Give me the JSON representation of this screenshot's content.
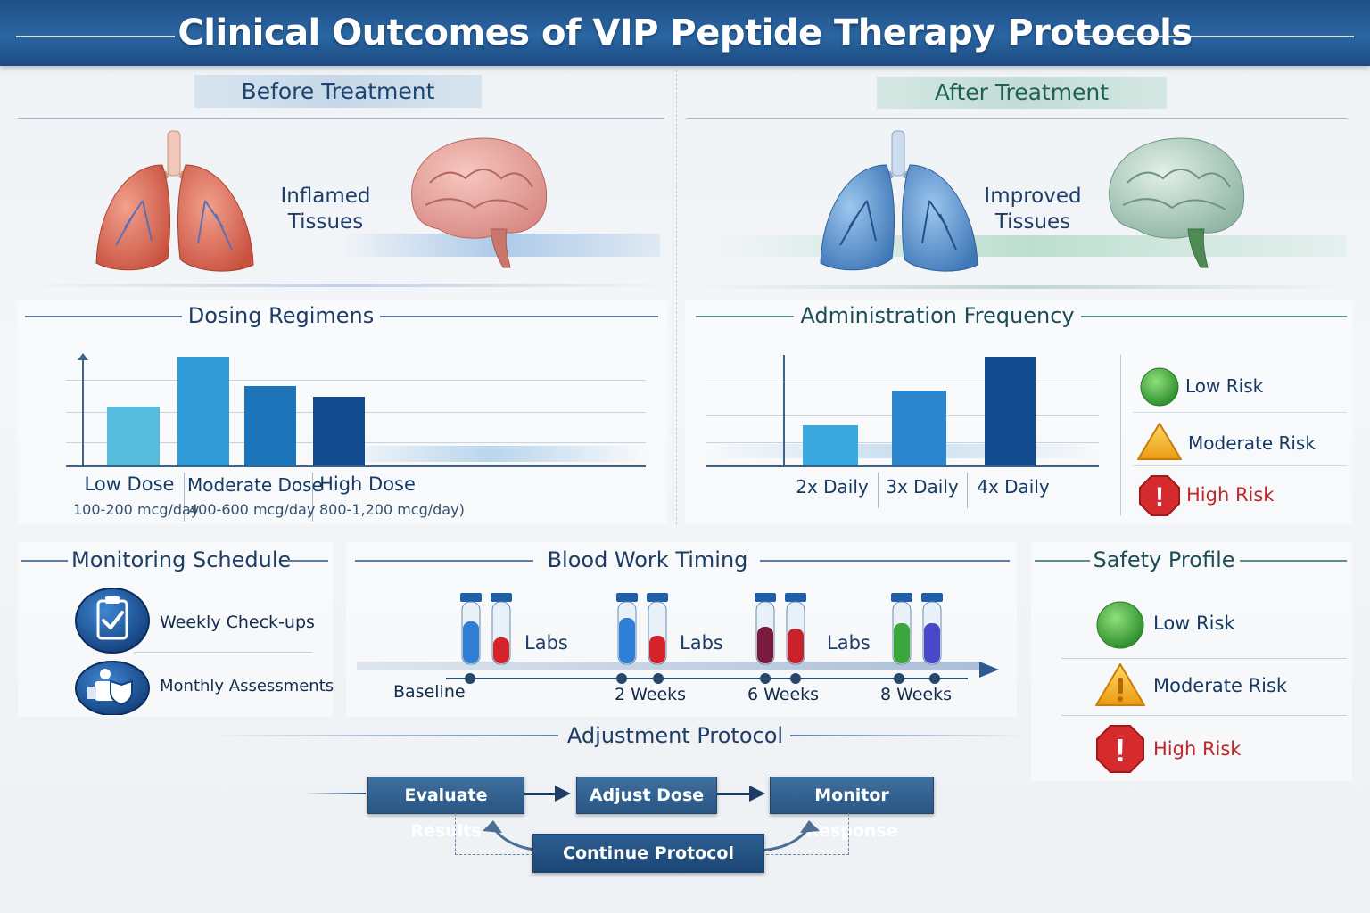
{
  "title": "Clinical Outcomes of VIP Peptide Therapy Protocols",
  "before": {
    "label": "Before Treatment",
    "tissue_line1": "Inflamed",
    "tissue_line2": "Tissues"
  },
  "after": {
    "label": "After Treatment",
    "tissue_line1": "Improved",
    "tissue_line2": "Tissues"
  },
  "colors": {
    "header": "#1f4f86",
    "navy": "#1d3d66",
    "inflamed": "#d9685a",
    "improved": "#4f87c4",
    "green": "#3fa843",
    "amber": "#f2b01e",
    "red": "#d62f33"
  },
  "dosing": {
    "title": "Dosing Regimens",
    "chart_data": {
      "type": "bar",
      "categories": [
        "Low Dose",
        "Moderate Dose",
        "High Dose"
      ],
      "ranges": [
        "100-200 mcg/day",
        "400-600 mcg/day",
        "800-1,200 mcg/day)"
      ],
      "values": [
        0.54,
        1.0,
        0.73,
        0.63
      ],
      "bar_colors": [
        "#57bcdc",
        "#2f9ad6",
        "#1d74b8",
        "#134b8f"
      ]
    }
  },
  "frequency": {
    "title": "Administration Frequency",
    "chart_data": {
      "type": "bar",
      "categories": [
        "2x Daily",
        "3x Daily",
        "4x Daily"
      ],
      "values": [
        0.37,
        0.69,
        1.0
      ],
      "bar_colors": [
        "#3ba9e0",
        "#2a85cc",
        "#134b8f"
      ]
    },
    "legend": [
      "Low Risk",
      "Moderate Risk",
      "High Risk"
    ]
  },
  "monitoring": {
    "title": "Monitoring Schedule",
    "items": [
      {
        "label": "Weekly Check-ups",
        "icon": "clipboard-check-icon"
      },
      {
        "label": "Monthly Assessments",
        "icon": "doctor-shield-icon"
      }
    ]
  },
  "bloodwork": {
    "title": "Blood Work Timing",
    "labs_label": "Labs",
    "timeline": [
      "Baseline",
      "2 Weeks",
      "6 Weeks",
      "8 Weeks"
    ]
  },
  "safety": {
    "title": "Safety Profile",
    "items": [
      "Low Risk",
      "Moderate Risk",
      "High Risk"
    ]
  },
  "adjustment": {
    "title": "Adjustment Protocol",
    "steps": [
      "Evaluate Results",
      "Adjust Dose",
      "Monitor Response"
    ],
    "loop": "Continue Protocol"
  }
}
